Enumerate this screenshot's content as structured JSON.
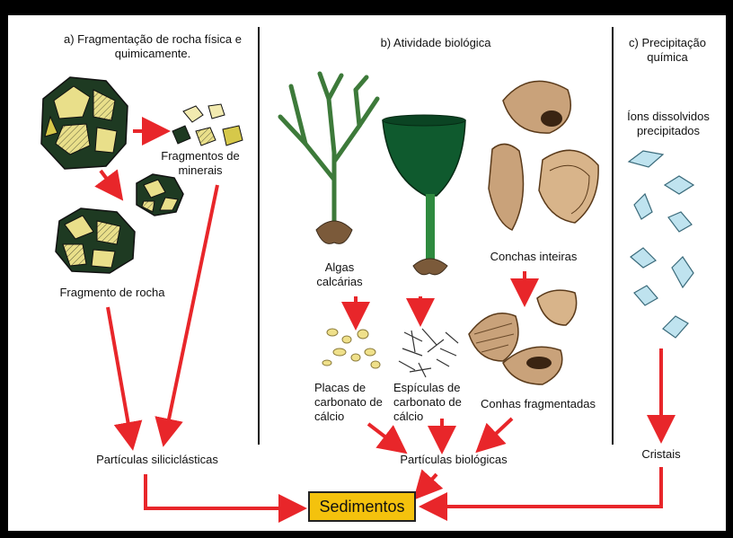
{
  "sections": {
    "a_title": "a) Fragmentação de rocha física e quimicamente.",
    "b_title": "b) Atividade biológica",
    "c_title": "c) Precipitação química"
  },
  "labels": {
    "fragmentos_minerais": "Fragmentos de minerais",
    "fragmento_rocha": "Fragmento de rocha",
    "particulas_siliciclasticas": "Partículas siliciclásticas",
    "algas_calcarias": "Algas calcárias",
    "conchas_inteiras": "Conchas inteiras",
    "placas_carbonato": "Placas de carbonato de cálcio",
    "espiculas_carbonato": "Espículas de carbonato de cálcio",
    "conchas_fragmentadas": "Conhas fragmentadas",
    "particulas_biologicas": "Partículas biológicas",
    "ions_dissolvidos": "Íons dissolvidos precipitados",
    "cristais": "Cristais",
    "sedimentos": "Sedimentos"
  },
  "colors": {
    "arrow": "#e8262a",
    "sedimentos_box": "#f4c20d",
    "rock_dark": "#1e3a22",
    "rock_light": "#e9df8a",
    "algae": "#3d7a3a",
    "sponge": "#0f5a2e",
    "shell": "#c9a27a",
    "crystal": "#bfe3ef"
  }
}
